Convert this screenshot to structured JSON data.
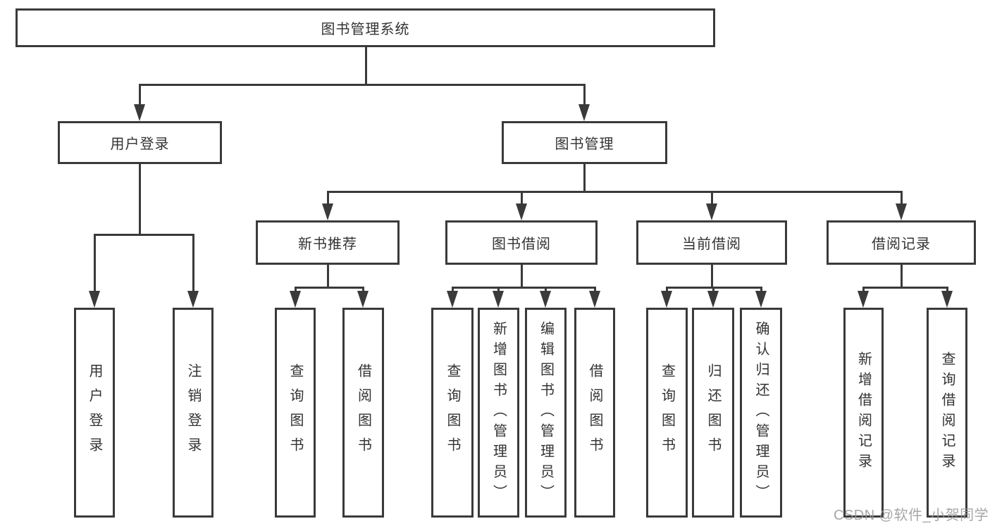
{
  "diagram_title": "图书管理系统",
  "colors": {
    "line": "#3a3a3a",
    "text": "#333333",
    "background": "#ffffff",
    "watermark": "#969696"
  },
  "tree": {
    "label": "图书管理系统",
    "children": [
      {
        "label": "用户登录",
        "children": [
          {
            "label": "用户登录"
          },
          {
            "label": "注销登录"
          }
        ]
      },
      {
        "label": "图书管理",
        "children": [
          {
            "label": "新书推荐",
            "children": [
              {
                "label": "查询图书"
              },
              {
                "label": "借阅图书"
              }
            ]
          },
          {
            "label": "图书借阅",
            "children": [
              {
                "label": "查询图书"
              },
              {
                "label": "新增图书（管理员）"
              },
              {
                "label": "编辑图书（管理员）"
              },
              {
                "label": "借阅图书"
              }
            ]
          },
          {
            "label": "当前借阅",
            "children": [
              {
                "label": "查询图书"
              },
              {
                "label": "归还图书"
              },
              {
                "label": "确认归还（管理员）"
              }
            ]
          },
          {
            "label": "借阅记录",
            "children": [
              {
                "label": "新增借阅记录"
              },
              {
                "label": "查询借阅记录"
              }
            ]
          }
        ]
      }
    ]
  },
  "watermark": {
    "text": "CSDN @软件_小贺同学"
  }
}
